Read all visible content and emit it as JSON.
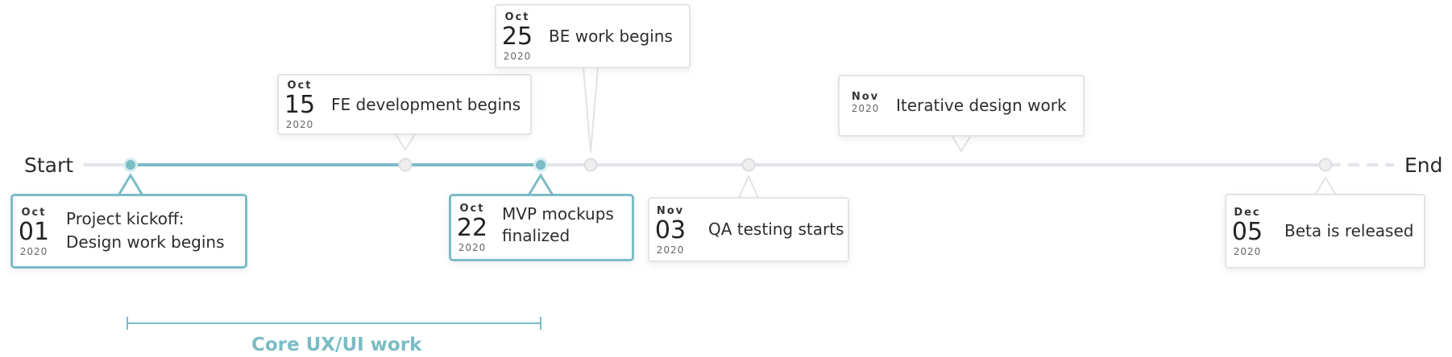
{
  "start_label": "Start",
  "end_label": "End",
  "colors": {
    "accent": "#7bbcc6",
    "track": "#e4e4ea",
    "node_inactive": "#eeeeef",
    "card_border": "#e3e3e8"
  },
  "milestones": [
    {
      "month": "Oct",
      "day": "01",
      "year": "2020",
      "title_line1": "Project kickoff:",
      "title_line2": "Design work begins",
      "active": true
    },
    {
      "month": "Oct",
      "day": "15",
      "year": "2020",
      "title_line1": "FE development begins",
      "active": false
    },
    {
      "month": "Oct",
      "day": "22",
      "year": "2020",
      "title_line1": "MVP mockups",
      "title_line2": "finalized",
      "active": true
    },
    {
      "month": "Oct",
      "day": "25",
      "year": "2020",
      "title_line1": "BE work begins",
      "active": false
    },
    {
      "month": "Nov",
      "day": "03",
      "year": "2020",
      "title_line1": "QA testing starts",
      "active": false
    },
    {
      "month": "Nov",
      "year": "2020",
      "title_line1": "Iterative design work",
      "active": false
    },
    {
      "month": "Dec",
      "day": "05",
      "year": "2020",
      "title_line1": "Beta is released",
      "active": false
    }
  ],
  "span": {
    "label": "Core UX/UI work"
  }
}
